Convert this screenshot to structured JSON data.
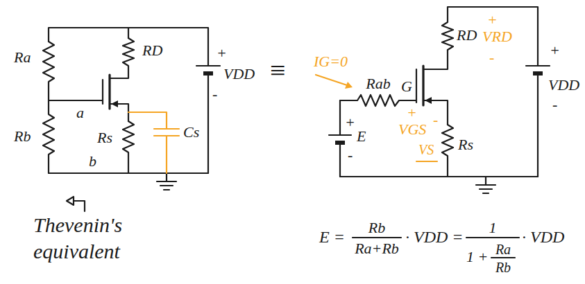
{
  "diagram": {
    "labels": [
      "Ra",
      "RD",
      "+",
      "VDD",
      "-",
      "Rb",
      "a",
      "Rs",
      "Cs",
      "b",
      "Thevenin's equivalent",
      "≡",
      "IG=0",
      "Rab",
      "G",
      "RD",
      "+",
      "VRD",
      "-",
      "+",
      "VDD",
      "-",
      "+",
      "E",
      "-",
      "+",
      "VGS",
      "-",
      "VS",
      "Rs",
      "E =",
      "Rb",
      "Ra+Rb",
      "· VDD =",
      "1",
      "1 +",
      "Ra",
      "Rb",
      "· VDD"
    ]
  }
}
